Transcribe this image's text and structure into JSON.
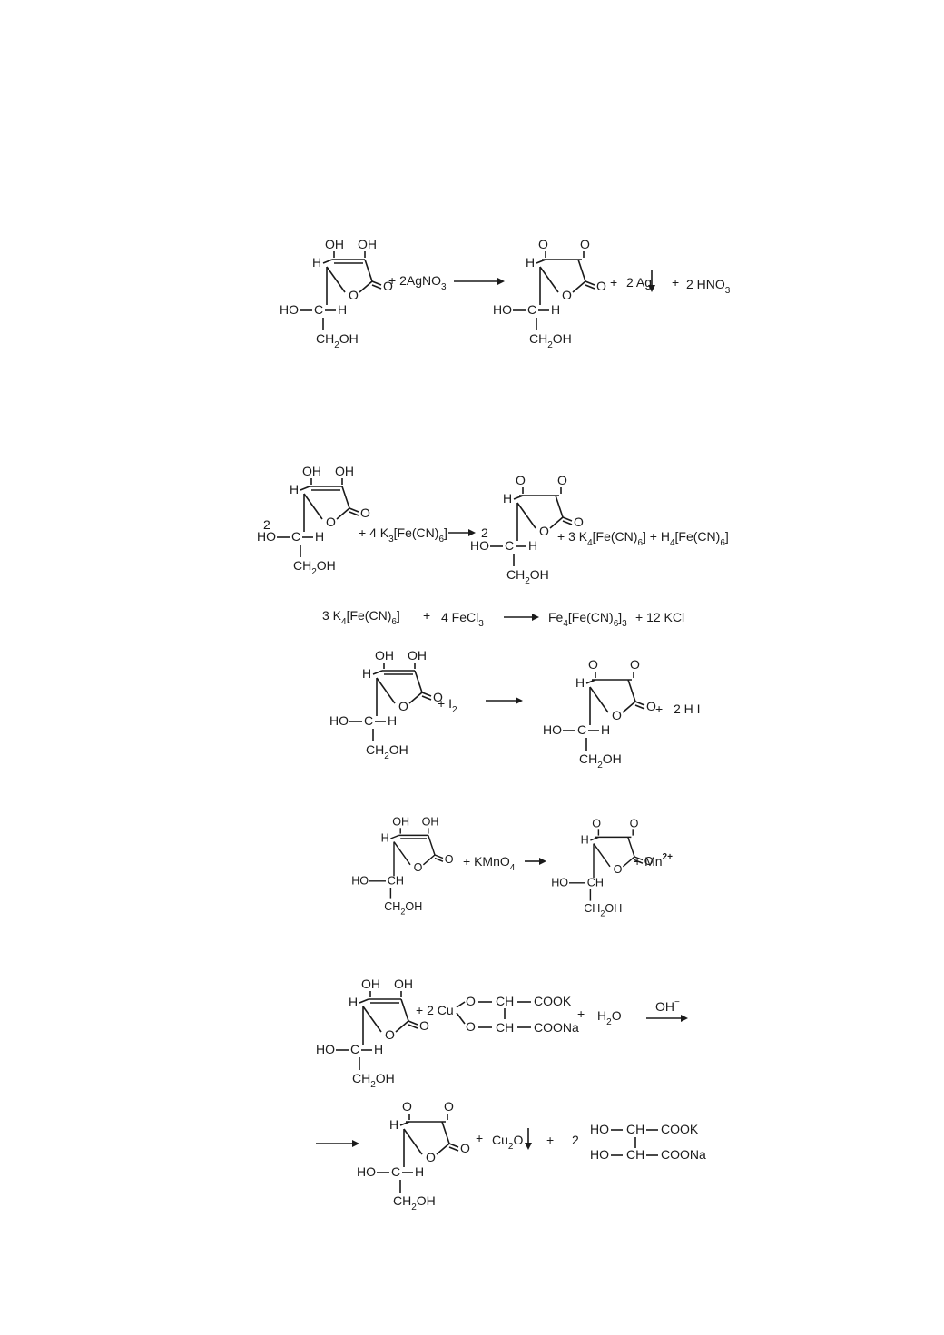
{
  "reaction_1": {
    "coef": "+ 2AgNO",
    "coef_sub": "3",
    "prod_plus1": "+",
    "prod_ag": "2 Ag",
    "prod_plus2": "+",
    "prod_hno3": "2 HNO",
    "prod_hno3_sub": "3"
  },
  "reaction_2": {
    "left_coef": "2",
    "reagent": "+ 4 K",
    "reagent_sub1": "3",
    "reagent_tail": "[Fe(CN)",
    "reagent_sub2": "6",
    "reagent_close": "]",
    "right_coef": "2",
    "prod_a": "+ 3 K",
    "prod_a_sub1": "4",
    "prod_a_tail": "[Fe(CN)",
    "prod_a_sub2": "6",
    "prod_a_close": "] + H",
    "prod_b_sub1": "4",
    "prod_b_tail": "[Fe(CN)",
    "prod_b_sub2": "6",
    "prod_b_close": "]",
    "sub_left": "3 K",
    "sub_left_sub": "4",
    "sub_left_tail": "[Fe(CN)",
    "sub_left_sub2": "6",
    "sub_left_close": "]",
    "sub_plus": "+",
    "sub_fecl": "4 FeCl",
    "sub_fecl_sub": "3",
    "sub_prod": "Fe",
    "sub_prod_sub1": "4",
    "sub_prod_tail": "[Fe(CN)",
    "sub_prod_sub2": "6",
    "sub_prod_close": "]",
    "sub_prod_sub3": "3",
    "sub_kcl": "+  12 KCl"
  },
  "reaction_3": {
    "reagent": "+ I",
    "reagent_sub": "2",
    "prod_plus": "+",
    "prod_hi": "2 H I"
  },
  "reaction_4": {
    "reagent": "+  KMnO",
    "reagent_sub": "4",
    "prod_ion": "+ Mn",
    "prod_ion_sup": "2+"
  },
  "reaction_5": {
    "plus_a": "+ 2 Cu",
    "cu_o_top": "O",
    "cu_o_bot": "O",
    "cu_ch_top": "CH",
    "cu_ch_bot": "CH",
    "cu_cook": "COOK",
    "cu_coona": "COONa",
    "plus_b": "+",
    "water": "H",
    "water_sub": "2",
    "water_tail": "O",
    "condition": "OH",
    "condition_sup": "−",
    "prod_plus1": "+",
    "prod_cu2o": "Cu",
    "prod_cu2o_sub": "2",
    "prod_cu2o_tail": "O",
    "prod_plus2": "+",
    "prod_coef": "2",
    "tart_ho_top": "HO",
    "tart_ch_top": "CH",
    "tart_cook": "COOK",
    "tart_ho_bot": "HO",
    "tart_ch_bot": "CH",
    "tart_coona": "COONa"
  },
  "molecule_labels": {
    "oh": "OH",
    "o": "O",
    "h": "H",
    "c": "C",
    "ho": "HO",
    "ch": "CH",
    "ch2oh": "CH",
    "ch2oh_sub": "2",
    "ch2oh_tail": "OH"
  }
}
